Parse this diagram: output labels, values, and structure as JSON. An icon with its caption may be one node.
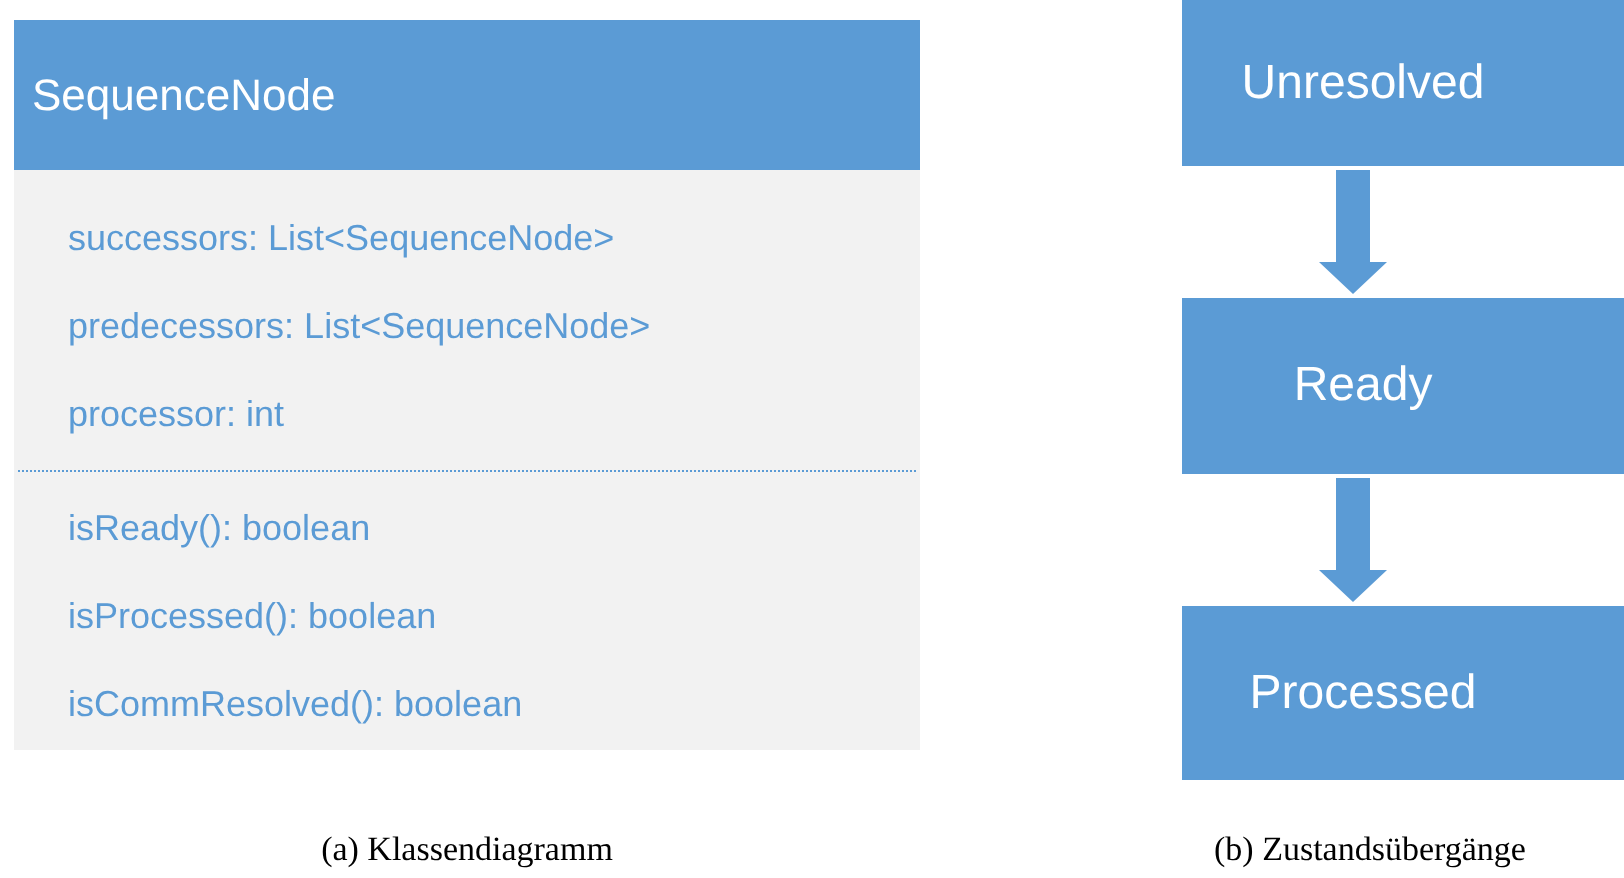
{
  "diagram": {
    "nodes": [
      {
        "text": [
          "SequenceNode",
          "successors: List<SequenceNode>",
          "predecessors: List<SequenceNode>",
          "processor: int",
          "isReady(): boolean",
          "isProcessed(): boolean",
          "isCommResolved(): boolean"
        ]
      },
      {
        "text": [
          "Unresolved"
        ]
      },
      {
        "text": [
          "Ready"
        ]
      },
      {
        "text": [
          "Processed"
        ]
      }
    ],
    "edges": [
      {
        "from": 1,
        "to": 2,
        "arrow": "to"
      },
      {
        "from": 2,
        "to": 3,
        "arrow": "to"
      }
    ],
    "labels": [
      "(a) Klassendiagramm",
      "(b) Zustandsübergänge"
    ]
  }
}
